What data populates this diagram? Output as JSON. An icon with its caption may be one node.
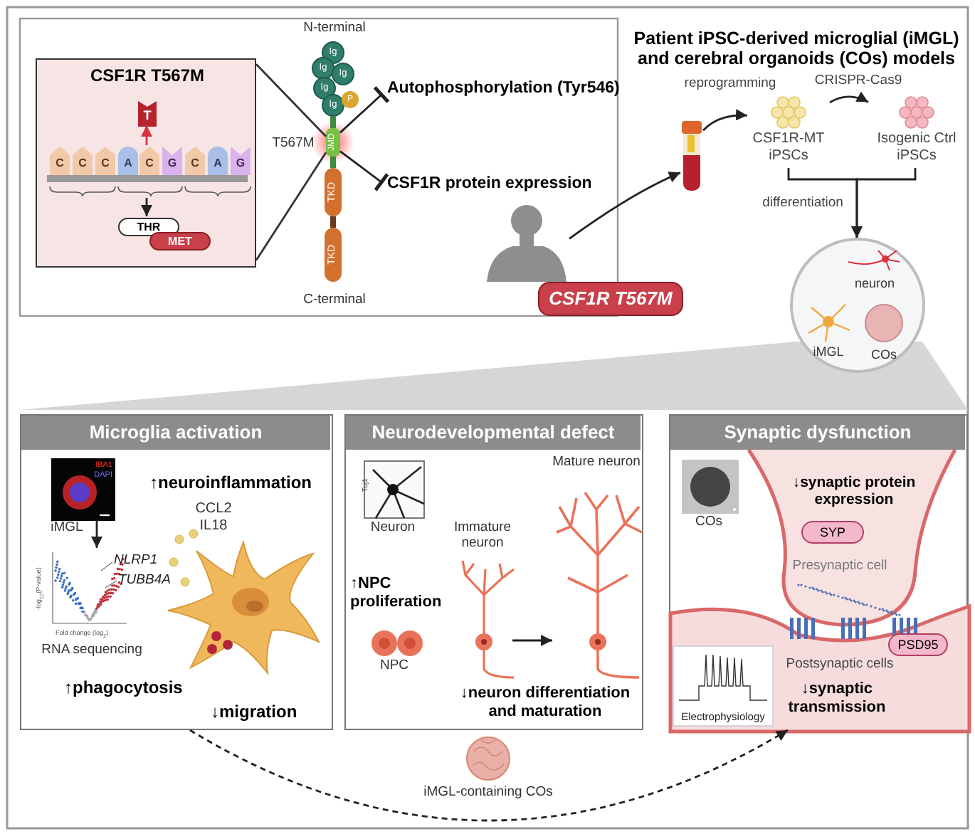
{
  "diagram": {
    "nodes": [
      {
        "text": [
          "CSF1R T567M"
        ]
      },
      {
        "text": [
          "T"
        ],
        "in": 0
      },
      {
        "text": [
          "C"
        ],
        "in": 0
      },
      {
        "text": [
          "C"
        ],
        "in": 0
      },
      {
        "text": [
          "C"
        ],
        "in": 0
      },
      {
        "text": [
          "A"
        ],
        "in": 0
      },
      {
        "text": [
          "C"
        ],
        "in": 0
      },
      {
        "text": [
          "G"
        ],
        "in": 0
      },
      {
        "text": [
          "C"
        ],
        "in": 0
      },
      {
        "text": [
          "A"
        ],
        "in": 0
      },
      {
        "text": [
          "G"
        ],
        "in": 0
      },
      {
        "text": [
          "THR"
        ],
        "in": 0
      },
      {
        "text": [
          "MET"
        ],
        "in": 0
      },
      {
        "text": [
          "Ig"
        ],
        "beside": [
          "N-terminal"
        ]
      },
      {
        "text": [
          "Ig"
        ]
      },
      {
        "text": [
          "Ig"
        ]
      },
      {
        "text": [
          "Ig"
        ]
      },
      {
        "text": [
          "Ig"
        ]
      },
      {
        "text": [
          "JMD"
        ],
        "beside": [
          "T567M"
        ]
      },
      {
        "text": [
          "TKD"
        ]
      },
      {
        "text": [
          "TKD"
        ],
        "beside": [
          "C-terminal"
        ]
      },
      {
        "text": [
          "P"
        ]
      },
      {
        "text": [
          "Autophosphorylation (Tyr546)"
        ]
      },
      {
        "text": [
          "CSF1R protein expression"
        ]
      },
      {
        "text": [],
        "shape": "person"
      },
      {
        "text": [
          "CSF1R T567M"
        ]
      },
      {
        "text": [],
        "shape": "picture"
      },
      {
        "text": [
          "CSF1R-MT iPSCs"
        ]
      },
      {
        "text": [
          "Isogenic Ctrl iPSCs"
        ]
      },
      {
        "text": [],
        "shape": "circle"
      },
      {
        "text": [
          "neuron"
        ],
        "in": 29
      },
      {
        "text": [
          "iMGL"
        ],
        "in": 29
      },
      {
        "text": [
          "COs"
        ],
        "in": 29
      },
      {
        "text": [
          "Microglia activation"
        ]
      },
      {
        "text": [
          "Neurodevelopmental defect"
        ]
      },
      {
        "text": [
          "Synaptic dysfunction"
        ]
      },
      {
        "text": [
          "IBA1",
          "DAPI"
        ],
        "in": 33,
        "beside": [
          "iMGL"
        ]
      },
      {
        "text": [
          "NLRP1",
          "TUBB4A",
          "-log$_{10}$(P-value)",
          "Fold change (log$_{2}$)"
        ],
        "in": 33,
        "beside": [
          "RNA sequencing"
        ]
      },
      {
        "text": [
          "Tuj1"
        ],
        "in": 34,
        "beside": [
          "Neuron"
        ]
      },
      {
        "text": [],
        "shape": "picture",
        "in": 34,
        "beside": [
          "Immature neuron"
        ]
      },
      {
        "text": [],
        "shape": "picture",
        "in": 34,
        "beside": [
          "Mature neuron"
        ]
      },
      {
        "text": [],
        "shape": "picture",
        "in": 35,
        "beside": [
          "COs"
        ]
      },
      {
        "text": [
          "SYP"
        ],
        "in": 35
      },
      {
        "text": [
          "PSD95"
        ],
        "in": 35
      },
      {
        "text": [
          "Electrophysiology"
        ],
        "in": 35
      },
      {
        "text": [],
        "shape": "picture",
        "beside": [
          "iMGL-containing COs"
        ]
      }
    ],
    "edges": [
      {
        "from": 6,
        "to": 1,
        "arrow": "to",
        "color": "#d6333f"
      },
      {
        "from": null,
        "to": 11,
        "arrow": "to"
      },
      {
        "from": 18,
        "to": 22,
        "arrow": "other"
      },
      {
        "from": 18,
        "to": 23,
        "arrow": "other"
      },
      {
        "from": 24,
        "to": 26,
        "arrow": "to"
      },
      {
        "from": 26,
        "to": 27,
        "arrow": "to",
        "label": "reprogramming"
      },
      {
        "from": 27,
        "to": 28,
        "arrow": "to",
        "label": "CRISPR-Cas9"
      },
      {
        "from": 27,
        "to": 29,
        "arrow": "to",
        "label": "differentiation"
      },
      {
        "from": 28,
        "to": 29,
        "arrow": "to"
      },
      {
        "from": 33,
        "to": 35,
        "arrow": "to",
        "style": "dashed"
      },
      {
        "from": 39,
        "to": 40,
        "arrow": "to"
      },
      {
        "from": 36,
        "to": 37,
        "arrow": "to"
      },
      {
        "from": 17,
        "to": 18,
        "arrow": "none",
        "style": "thick",
        "color": "#3d8b3d"
      },
      {
        "from": 18,
        "to": 19,
        "arrow": "none",
        "style": "thick",
        "color": "#3d8b3d"
      },
      {
        "from": 19,
        "to": 20,
        "arrow": "none",
        "style": "thick",
        "color": "#6b3a1f"
      },
      {
        "from": 0,
        "to": 18,
        "arrow": "none",
        "color": "#333333"
      },
      {
        "from": 0,
        "to": 18,
        "arrow": "none",
        "color": "#333333"
      }
    ],
    "labels": [
      "Patient iPSC-derived microglial (iMGL) and cerebral organoids (COs) models",
      "↑neuroinflammation",
      "CCL2",
      "IL18",
      "↑phagocytosis",
      "↓migration",
      "↑NPC proliferation",
      "NPC",
      "↓neuron differentiation and maturation",
      "↓synaptic protein expression",
      "Presynaptic cell",
      "Postsynaptic cells",
      "↓synaptic transmission"
    ]
  }
}
